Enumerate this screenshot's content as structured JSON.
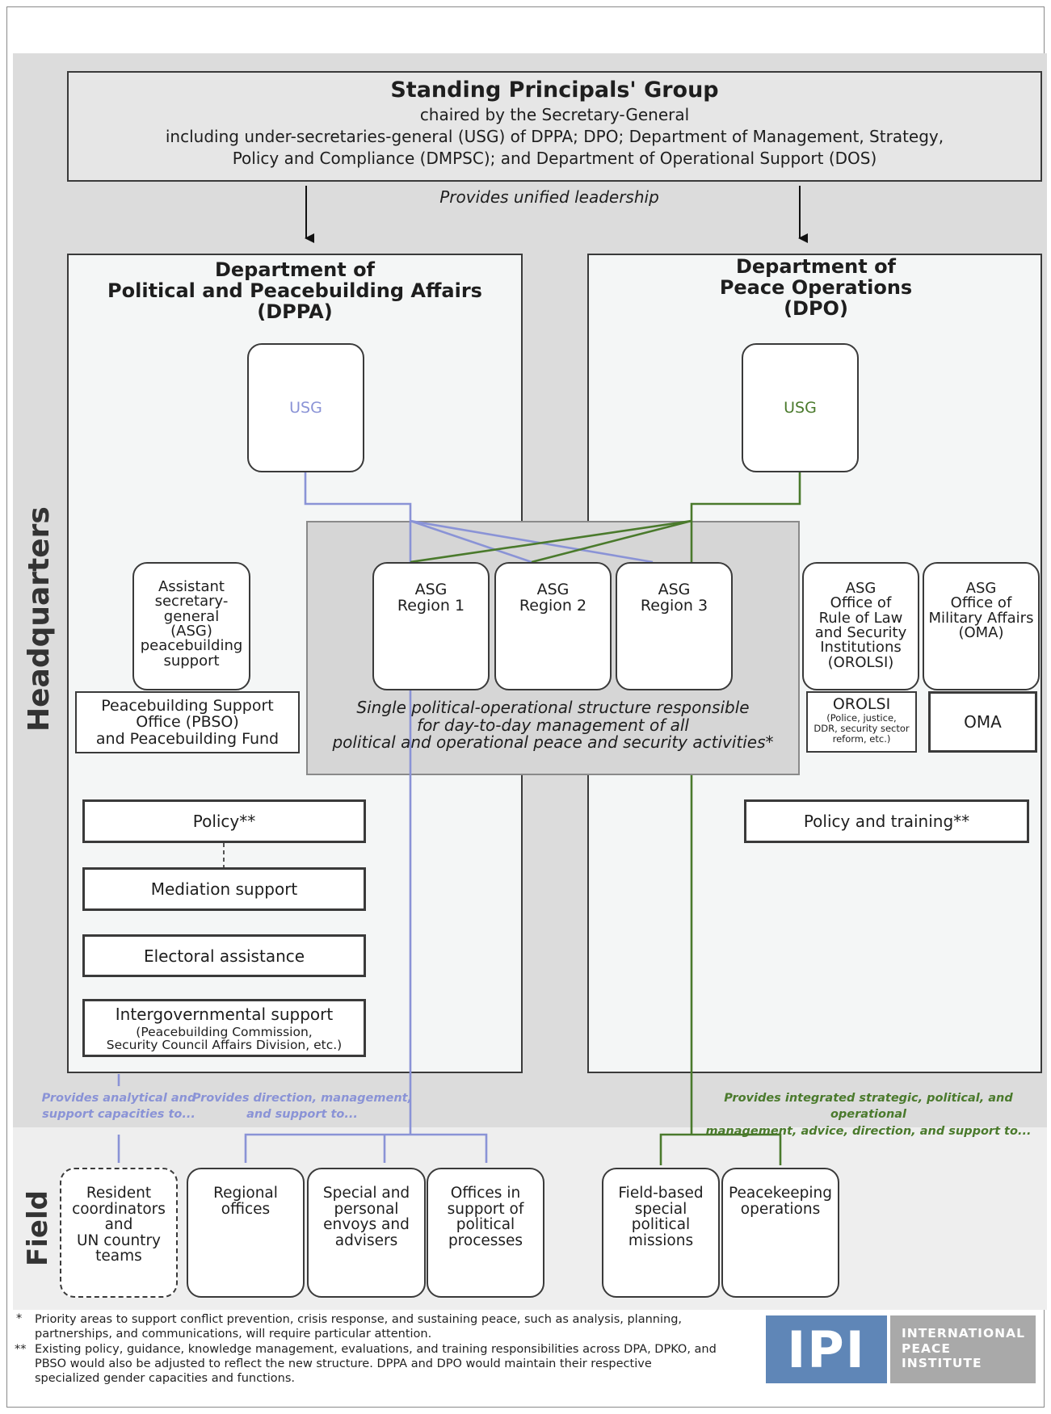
{
  "spg": {
    "title": "Standing Principals' Group",
    "line1": "chaired by the Secretary-General",
    "line2": "including under-secretaries-general (USG) of DPPA; DPO; Department of Management, Strategy,",
    "line3": "Policy and Compliance (DMPSC); and Department of Operational Support (DOS)"
  },
  "unified": "Provides unified leadership",
  "side_labels": {
    "hq": "Headquarters",
    "field": "Field"
  },
  "dppa": {
    "title": "Department of\nPolitical and Peacebuilding Affairs\n(DPPA)",
    "usg": "USG",
    "asg_pb": "Assistant\nsecretary-\ngeneral\n(ASG)\npeacebuilding\nsupport",
    "pbso": "Peacebuilding Support\nOffice (PBSO)\nand Peacebuilding Fund",
    "policy": "Policy**",
    "mediation": "Mediation support",
    "electoral": "Electoral assistance",
    "intergov_title": "Intergovernmental support",
    "intergov_sub": "(Peacebuilding Commission,\nSecurity Council Affairs Division, etc.)"
  },
  "dpo": {
    "title": "Department of\nPeace Operations\n(DPO)",
    "usg": "USG",
    "asg_orolsi": "ASG\nOffice of\nRule of Law\nand Security\nInstitutions\n(OROLSI)",
    "asg_oma": "ASG\nOffice of\nMilitary Affairs\n(OMA)",
    "orolsi_title": "OROLSI",
    "orolsi_sub": "(Police, justice,\nDDR, security sector\nreform, etc.)",
    "oma": "OMA",
    "policy_training": "Policy and training**"
  },
  "shared": {
    "regions": [
      "ASG\nRegion 1",
      "ASG\nRegion 2",
      "ASG\nRegion 3"
    ],
    "caption": "Single political-operational structure responsible\nfor day-to-day management of all\npolitical and operational peace and security activities*"
  },
  "provides": {
    "analytical": "Provides analytical and\nsupport capacities to...",
    "direction": "Provides direction, management,\nand support to...",
    "integrated": "Provides integrated strategic, political, and operational\nmanagement, advice, direction, and support to..."
  },
  "field": {
    "resident": "Resident\ncoordinators\nand\nUN country\nteams",
    "regional": "Regional\noffices",
    "envoys": "Special and\npersonal\nenvoys and\nadvisers",
    "offices": "Offices in\nsupport of\npolitical\nprocesses",
    "spm": "Field-based\nspecial\npolitical\nmissions",
    "pko": "Peacekeeping\noperations"
  },
  "footnotes": {
    "mark1": "*",
    "note1": "Priority areas to support conflict prevention, crisis response, and sustaining peace, such as analysis, planning,\npartnerships, and communications, will require particular attention.",
    "mark2": "**",
    "note2": "Existing policy, guidance, knowledge management, evaluations, and training responsibilities across DPA, DPKO, and\nPBSO would also be adjusted to reflect the new structure. DPPA and DPO would maintain their respective\nspecialized gender capacities and functions."
  },
  "logo": {
    "mark": "IPI",
    "line1": "INTERNATIONAL",
    "line2": "PEACE",
    "line3": "INSTITUTE"
  },
  "colors": {
    "dppa": "#8a93d6",
    "dpo": "#4a7a2c",
    "band": "#dcdcdc",
    "panel": "#f4f6f6",
    "shared": "#d6d6d6",
    "logo_blue": "#5f86b7",
    "logo_gray": "#a9a9a9"
  }
}
